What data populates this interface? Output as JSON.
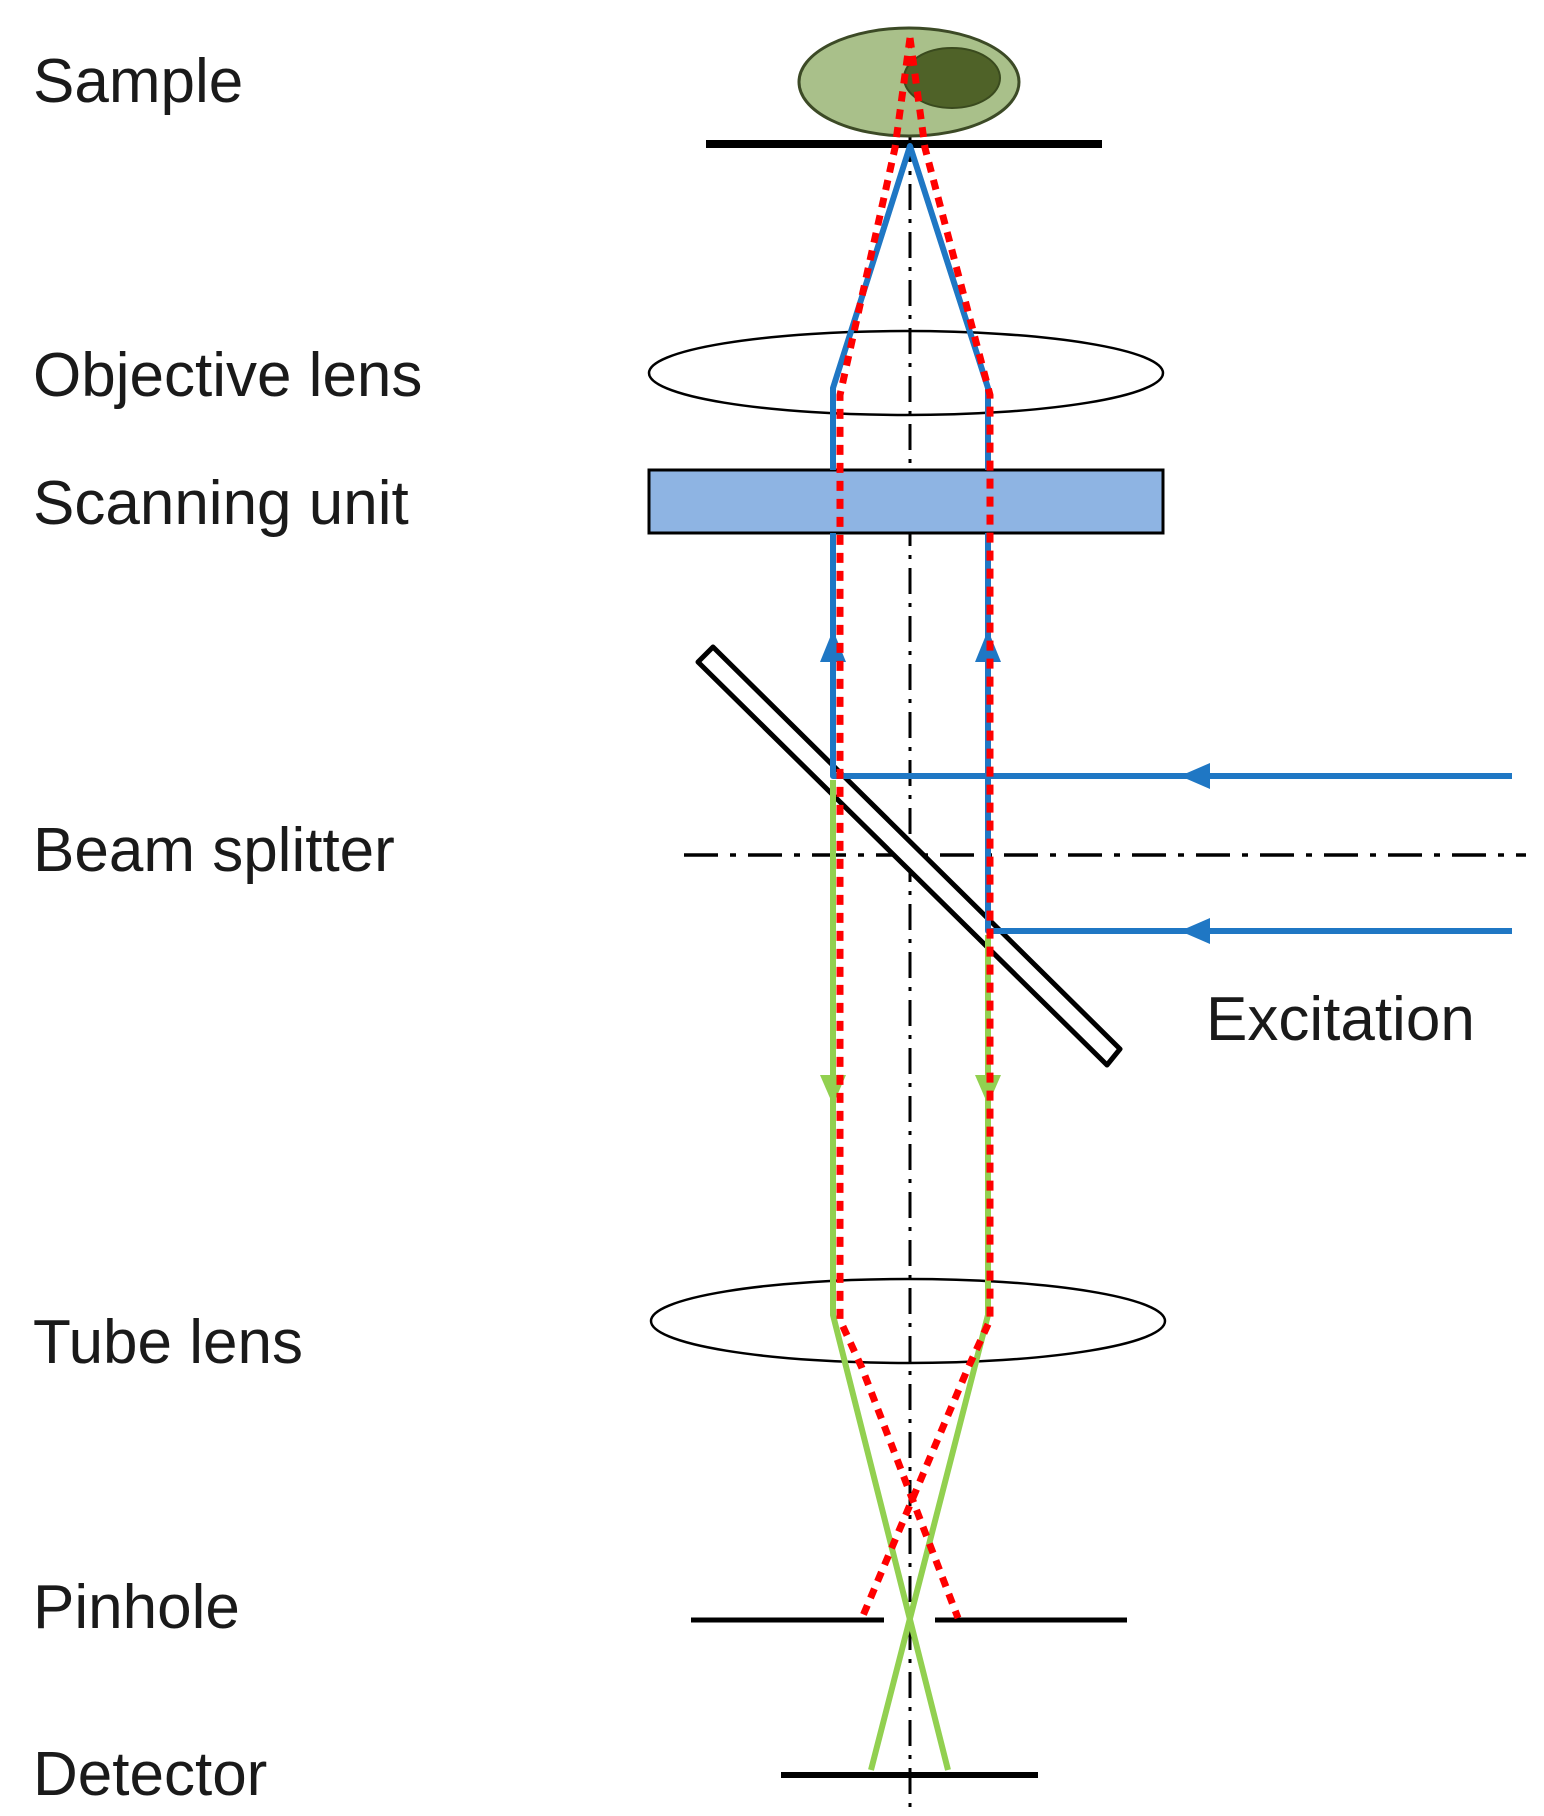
{
  "labels": {
    "sample": "Sample",
    "objective_lens": "Objective lens",
    "scanning_unit": "Scanning unit",
    "beam_splitter": "Beam splitter",
    "tube_lens": "Tube lens",
    "pinhole": "Pinhole",
    "detector": "Detector",
    "excitation": "Excitation"
  },
  "colors": {
    "excitation_beam": "#1f77c4",
    "emission_beam": "#92d050",
    "out_of_focus_beam": "#ff0000",
    "scanning_unit_fill": "#8eb4e3",
    "sample_cell": "#a9c08a",
    "sample_nucleus": "#4f6228",
    "lines": "#000000"
  }
}
